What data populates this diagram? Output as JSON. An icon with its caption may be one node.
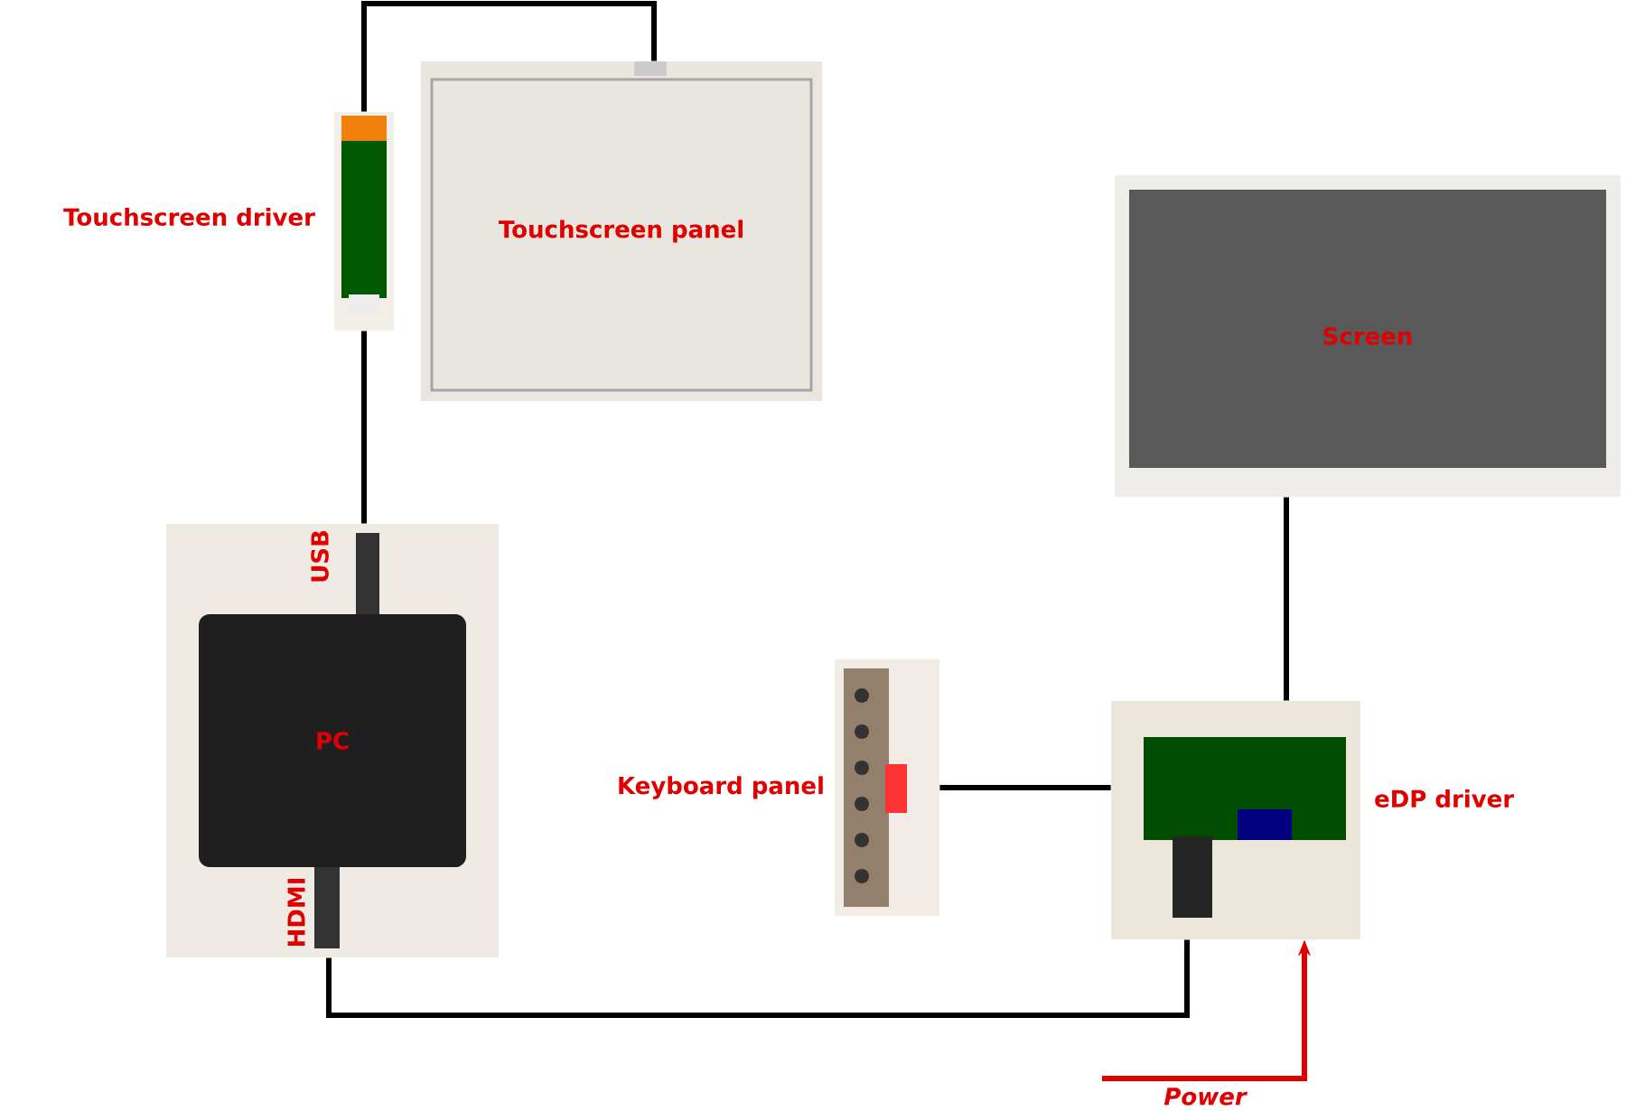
{
  "diagram": {
    "nodes": [
      {
        "text": [
          "Touchscreen driver"
        ]
      },
      {
        "text": [
          "Touchscreen panel"
        ]
      },
      {
        "text": [
          "Screen"
        ]
      },
      {
        "text": [
          "PC",
          "USB",
          "HDMI"
        ]
      },
      {
        "text": [
          "Keyboard panel"
        ]
      },
      {
        "text": [
          "eDP driver"
        ]
      }
    ],
    "edges": [
      {
        "from": 0,
        "to": 1,
        "arrow": "none"
      },
      {
        "from": 0,
        "to": 3,
        "arrow": "none"
      },
      {
        "from": 3,
        "to": 5,
        "arrow": "none"
      },
      {
        "from": 4,
        "to": 5,
        "arrow": "none"
      },
      {
        "from": 2,
        "to": 5,
        "arrow": "none"
      },
      {
        "from": null,
        "to": 5,
        "arrow": "to",
        "label": "Power",
        "color": "#e00000"
      }
    ]
  }
}
